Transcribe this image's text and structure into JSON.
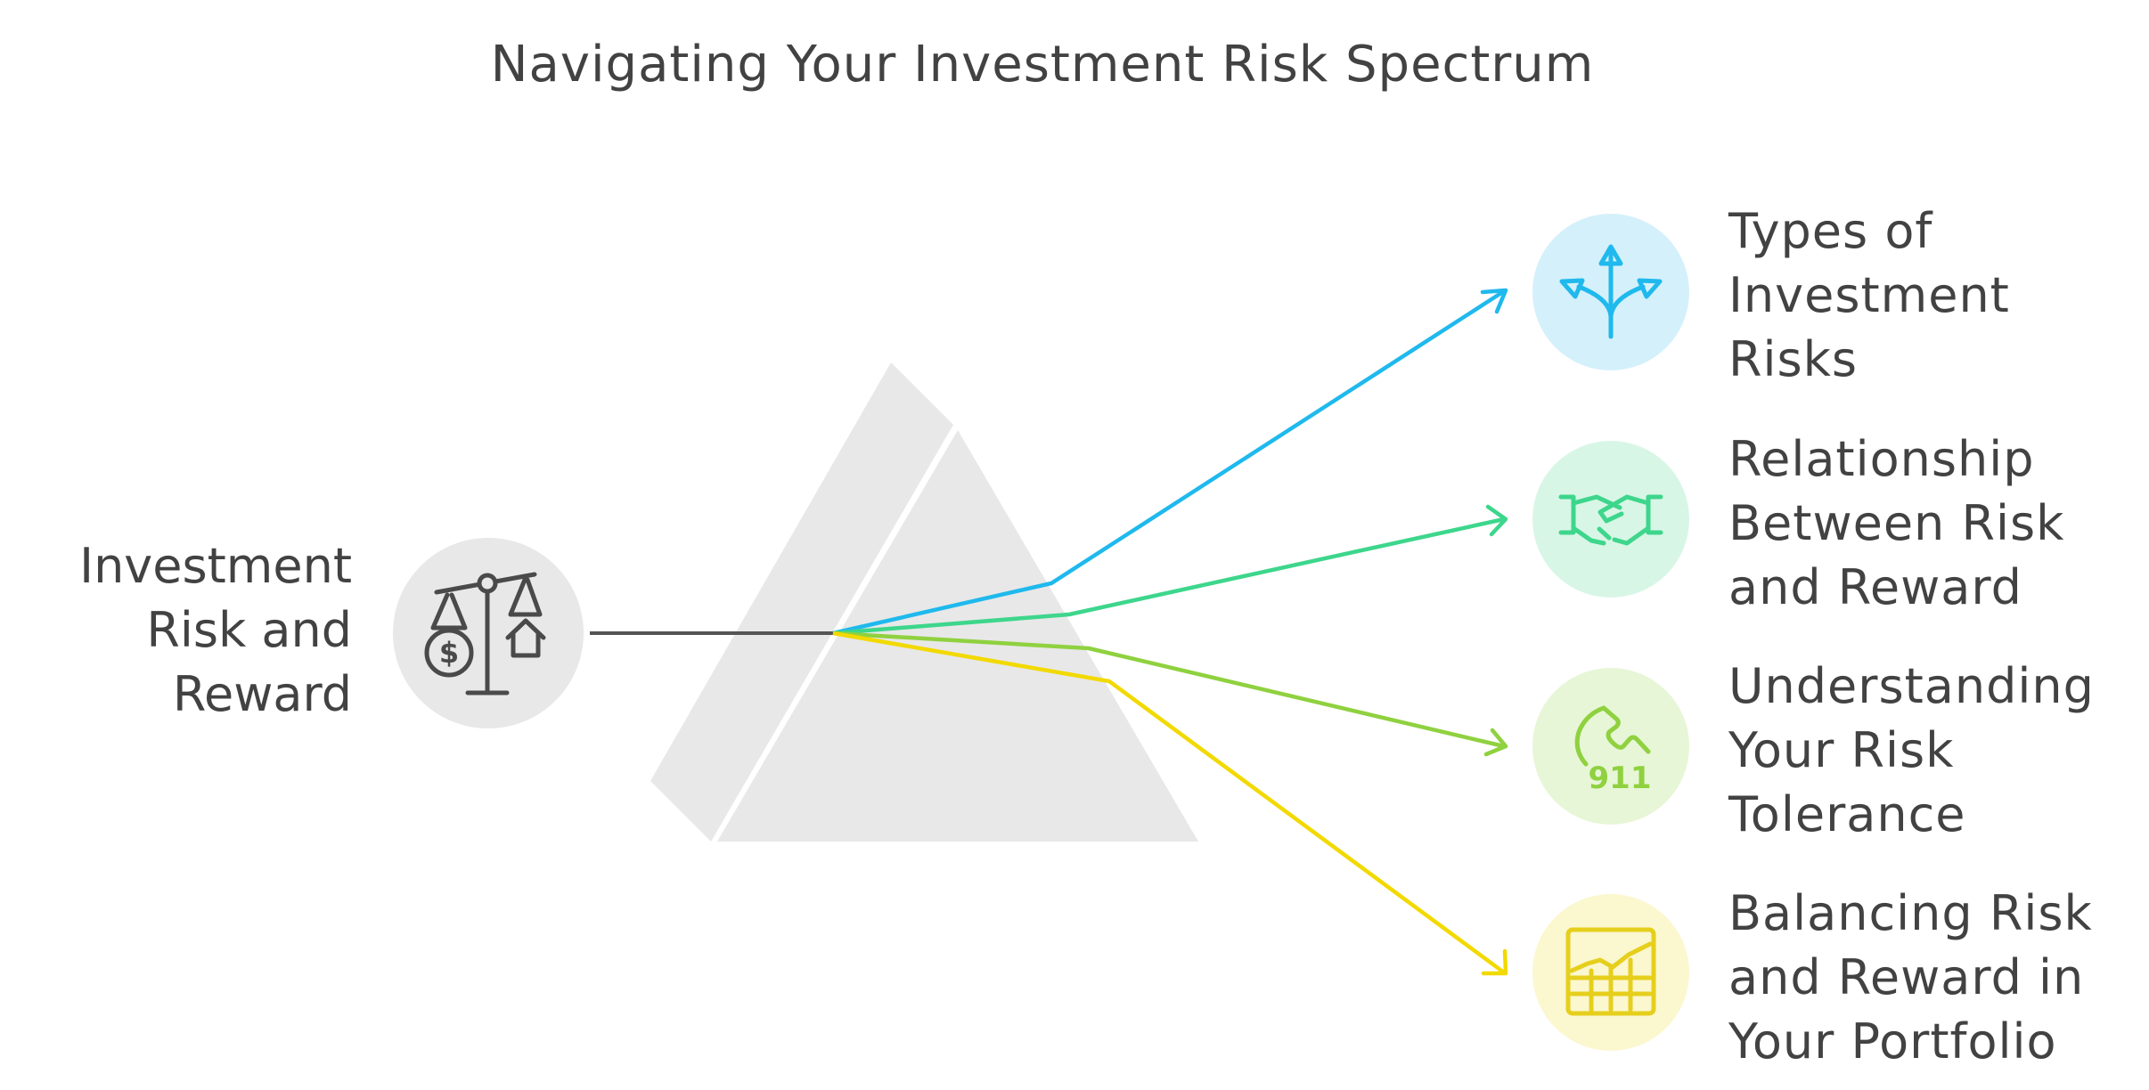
{
  "title": "Navigating Your Investment Risk Spectrum",
  "source": {
    "lines": [
      "Investment",
      "Risk and",
      "Reward"
    ],
    "icon": "scale-money-house-icon",
    "circle_color": "#e8e8e8",
    "icon_color": "#4a4a4a"
  },
  "prism": {
    "color": "#e8e8e8"
  },
  "outputs": [
    {
      "lines": [
        "Types of",
        "Investment",
        "Risks"
      ],
      "icon": "arrows-split-icon",
      "color": "#1fb9ed",
      "circle_color": "#d4f0fb"
    },
    {
      "lines": [
        "Relationship",
        "Between Risk",
        "and Reward"
      ],
      "icon": "handshake-icon",
      "color": "#3dd68c",
      "circle_color": "#d8f6e6"
    },
    {
      "lines": [
        "Understanding",
        "Your Risk",
        "Tolerance"
      ],
      "icon": "phone-911-icon",
      "color": "#8fd13f",
      "circle_color": "#e7f6d6"
    },
    {
      "lines": [
        "Balancing Risk",
        "and Reward in",
        "Your Portfolio"
      ],
      "icon": "chart-grid-icon",
      "color": "#e6cf1c",
      "circle_color": "#fbf7cf"
    }
  ],
  "icon_text": {
    "emergency_number": "911"
  }
}
